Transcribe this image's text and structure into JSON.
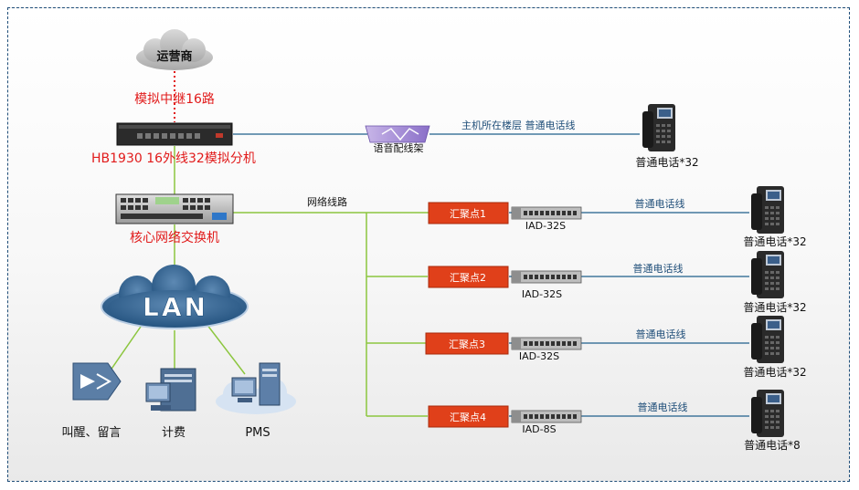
{
  "nodes": {
    "carrier": "运营商",
    "trunk": "模拟中继16路",
    "pbx": "HB1930 16外线32模拟分机",
    "mdf": "语音配线架",
    "host_floor_line": "主机所在楼层   普通电话线",
    "phones_main": "普通电话*32",
    "core_switch": "核心网络交换机",
    "network_line": "网络线路",
    "lan": "LAN",
    "wakeup": "叫醒、留言",
    "billing": "计费",
    "pms": "PMS"
  },
  "branches": [
    {
      "hub": "汇聚点1",
      "iad": "IAD-32S",
      "line": "普通电话线",
      "phones": "普通电话*32"
    },
    {
      "hub": "汇聚点2",
      "iad": "IAD-32S",
      "line": "普通电话线",
      "phones": "普通电话*32"
    },
    {
      "hub": "汇聚点3",
      "iad": "IAD-32S",
      "line": "普通电话线",
      "phones": "普通电话*32"
    },
    {
      "hub": "汇聚点4",
      "iad": "IAD-8S",
      "line": "普通电话线",
      "phones": "普通电话*8"
    }
  ],
  "colors": {
    "label_red": "#e11b1b",
    "hub_fill": "#e0401a",
    "line_green": "#8cc63f",
    "line_blue": "#1f5f8b",
    "frame": "#1f4e79"
  }
}
